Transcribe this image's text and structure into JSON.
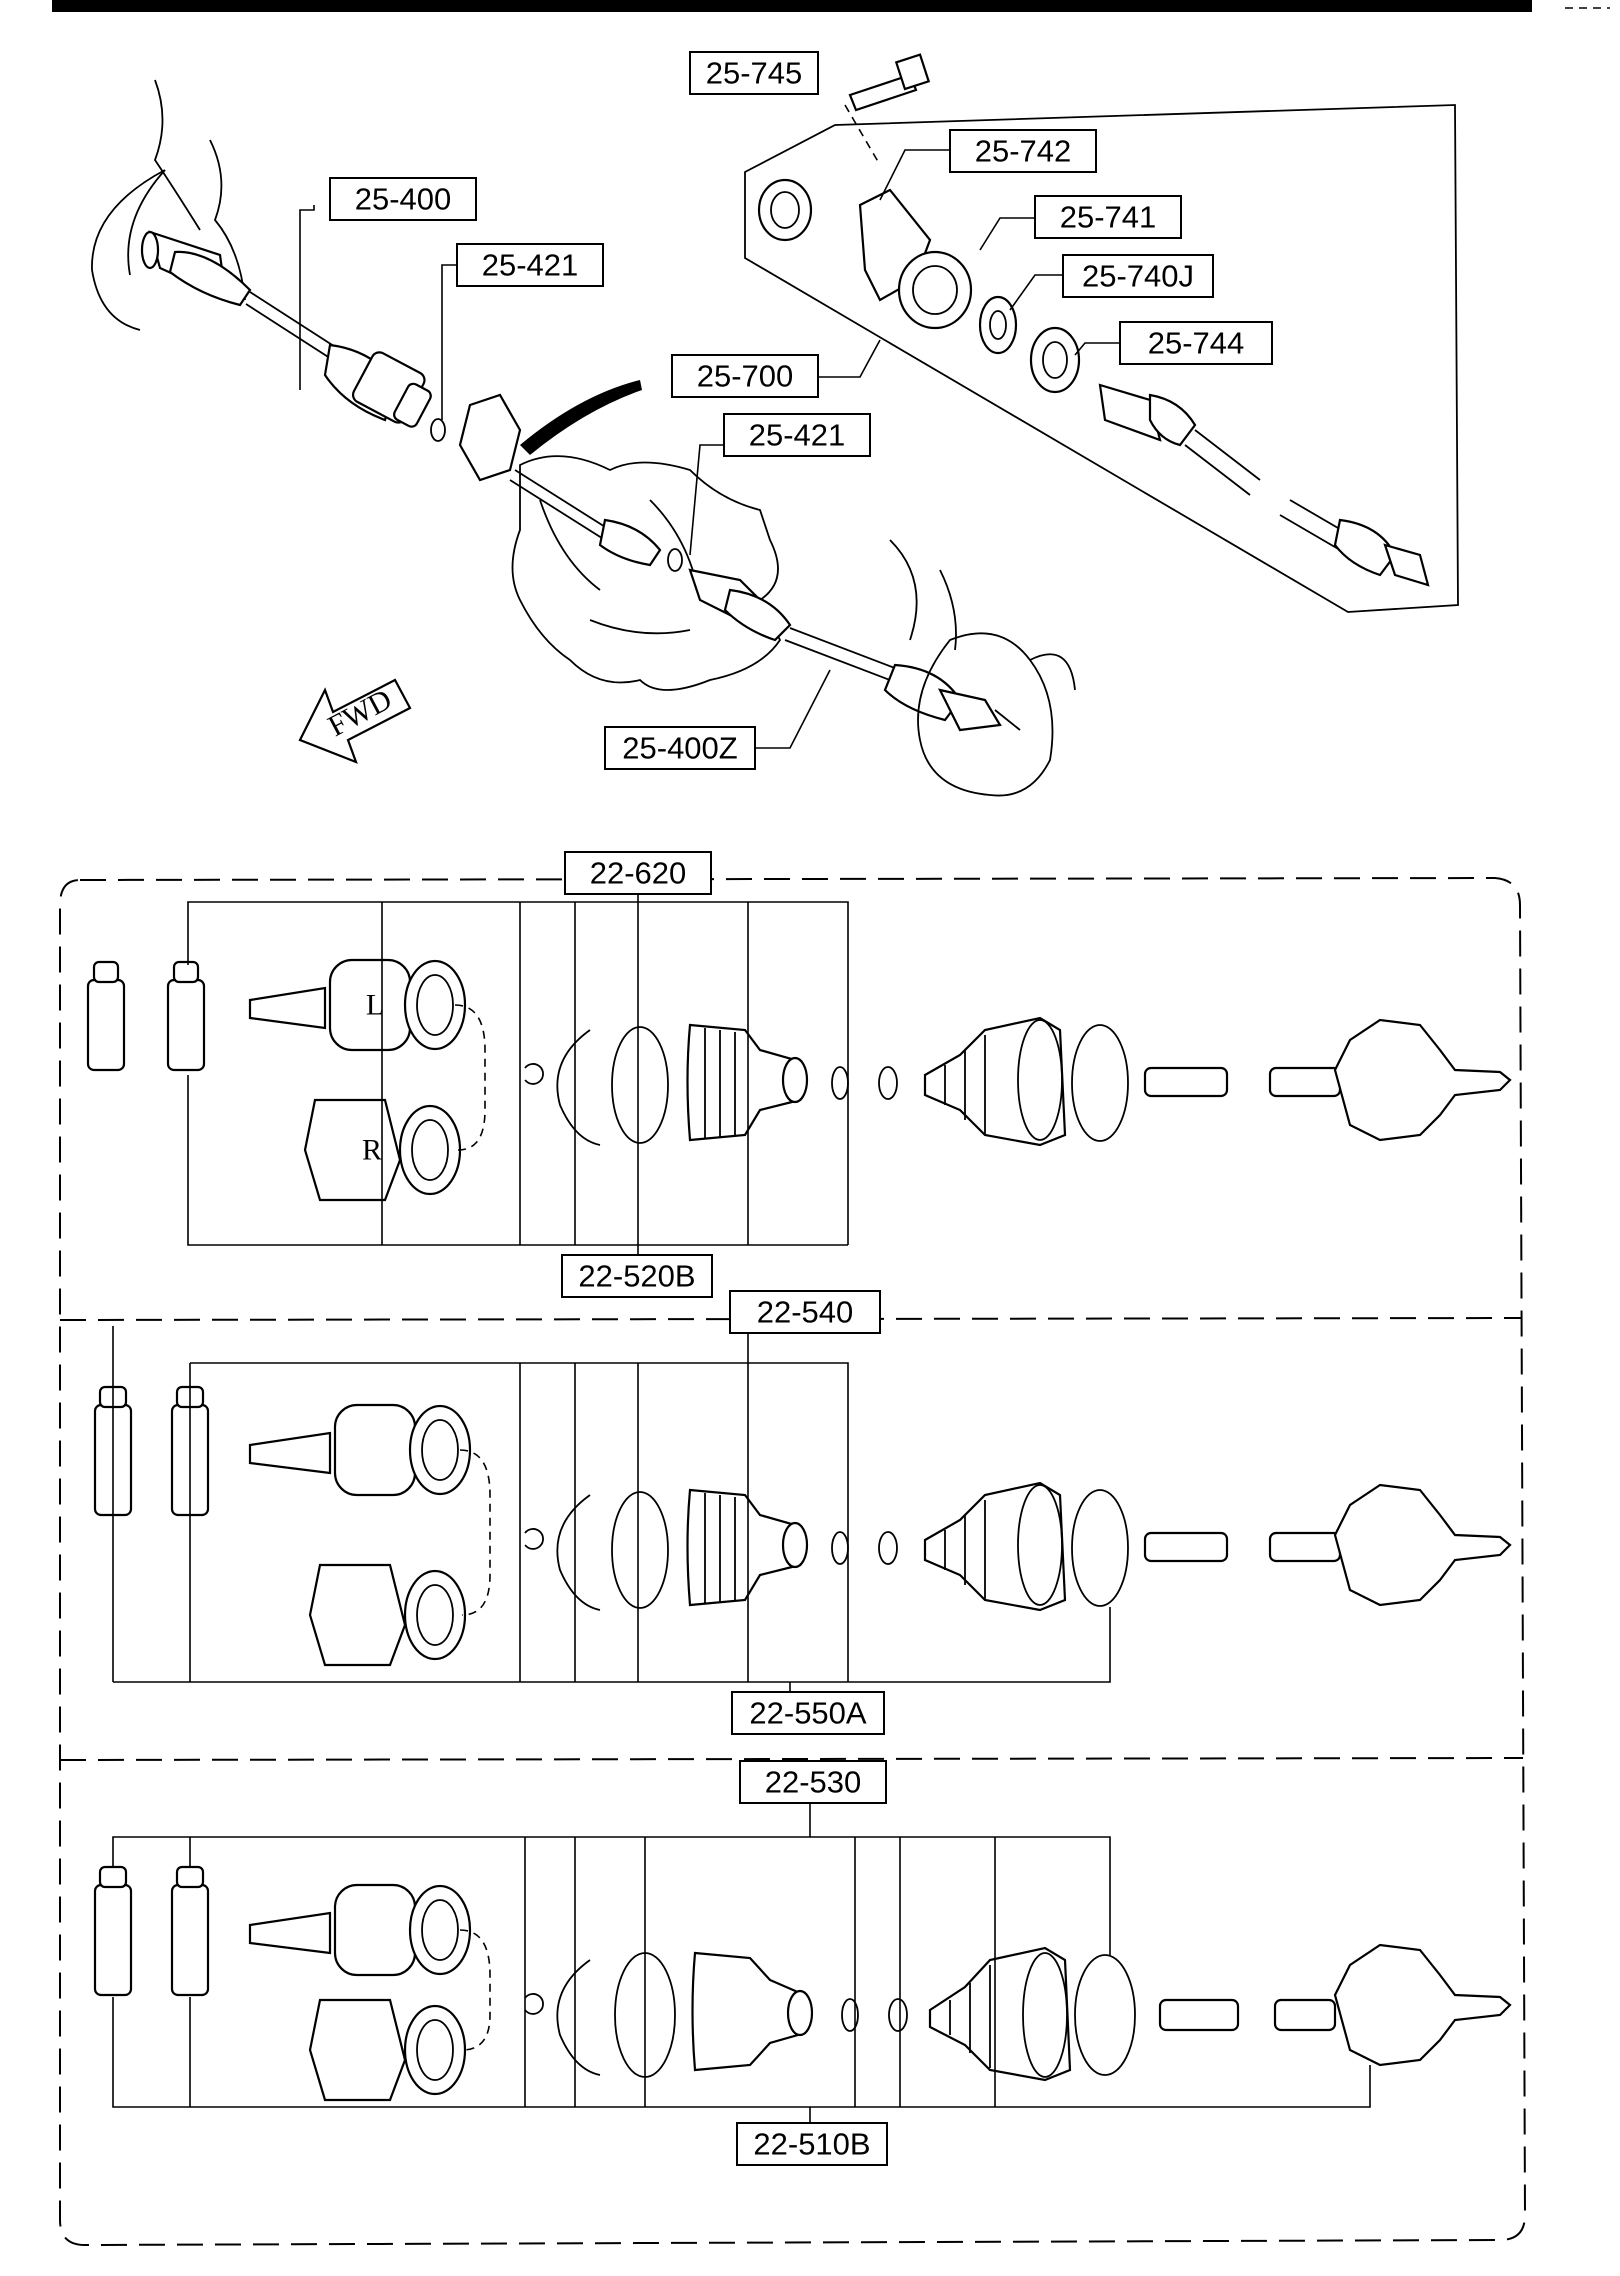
{
  "diagram": {
    "orientation_label": "FWD",
    "joint_side_labels": [
      "L",
      "R"
    ],
    "callouts": {
      "c25_745": "25-745",
      "c25_742": "25-742",
      "c25_741": "25-741",
      "c25_740j": "25-740J",
      "c25_744": "25-744",
      "c25_700": "25-700",
      "c25_400": "25-400",
      "c25_421_upper": "25-421",
      "c25_421_lower": "25-421",
      "c25_400z": "25-400Z"
    },
    "panels": [
      {
        "top_label": "22-620",
        "bottom_label": "22-520B"
      },
      {
        "top_label": "22-540",
        "bottom_label": "22-550A"
      },
      {
        "top_label": "22-530",
        "bottom_label": "22-510B"
      }
    ]
  }
}
